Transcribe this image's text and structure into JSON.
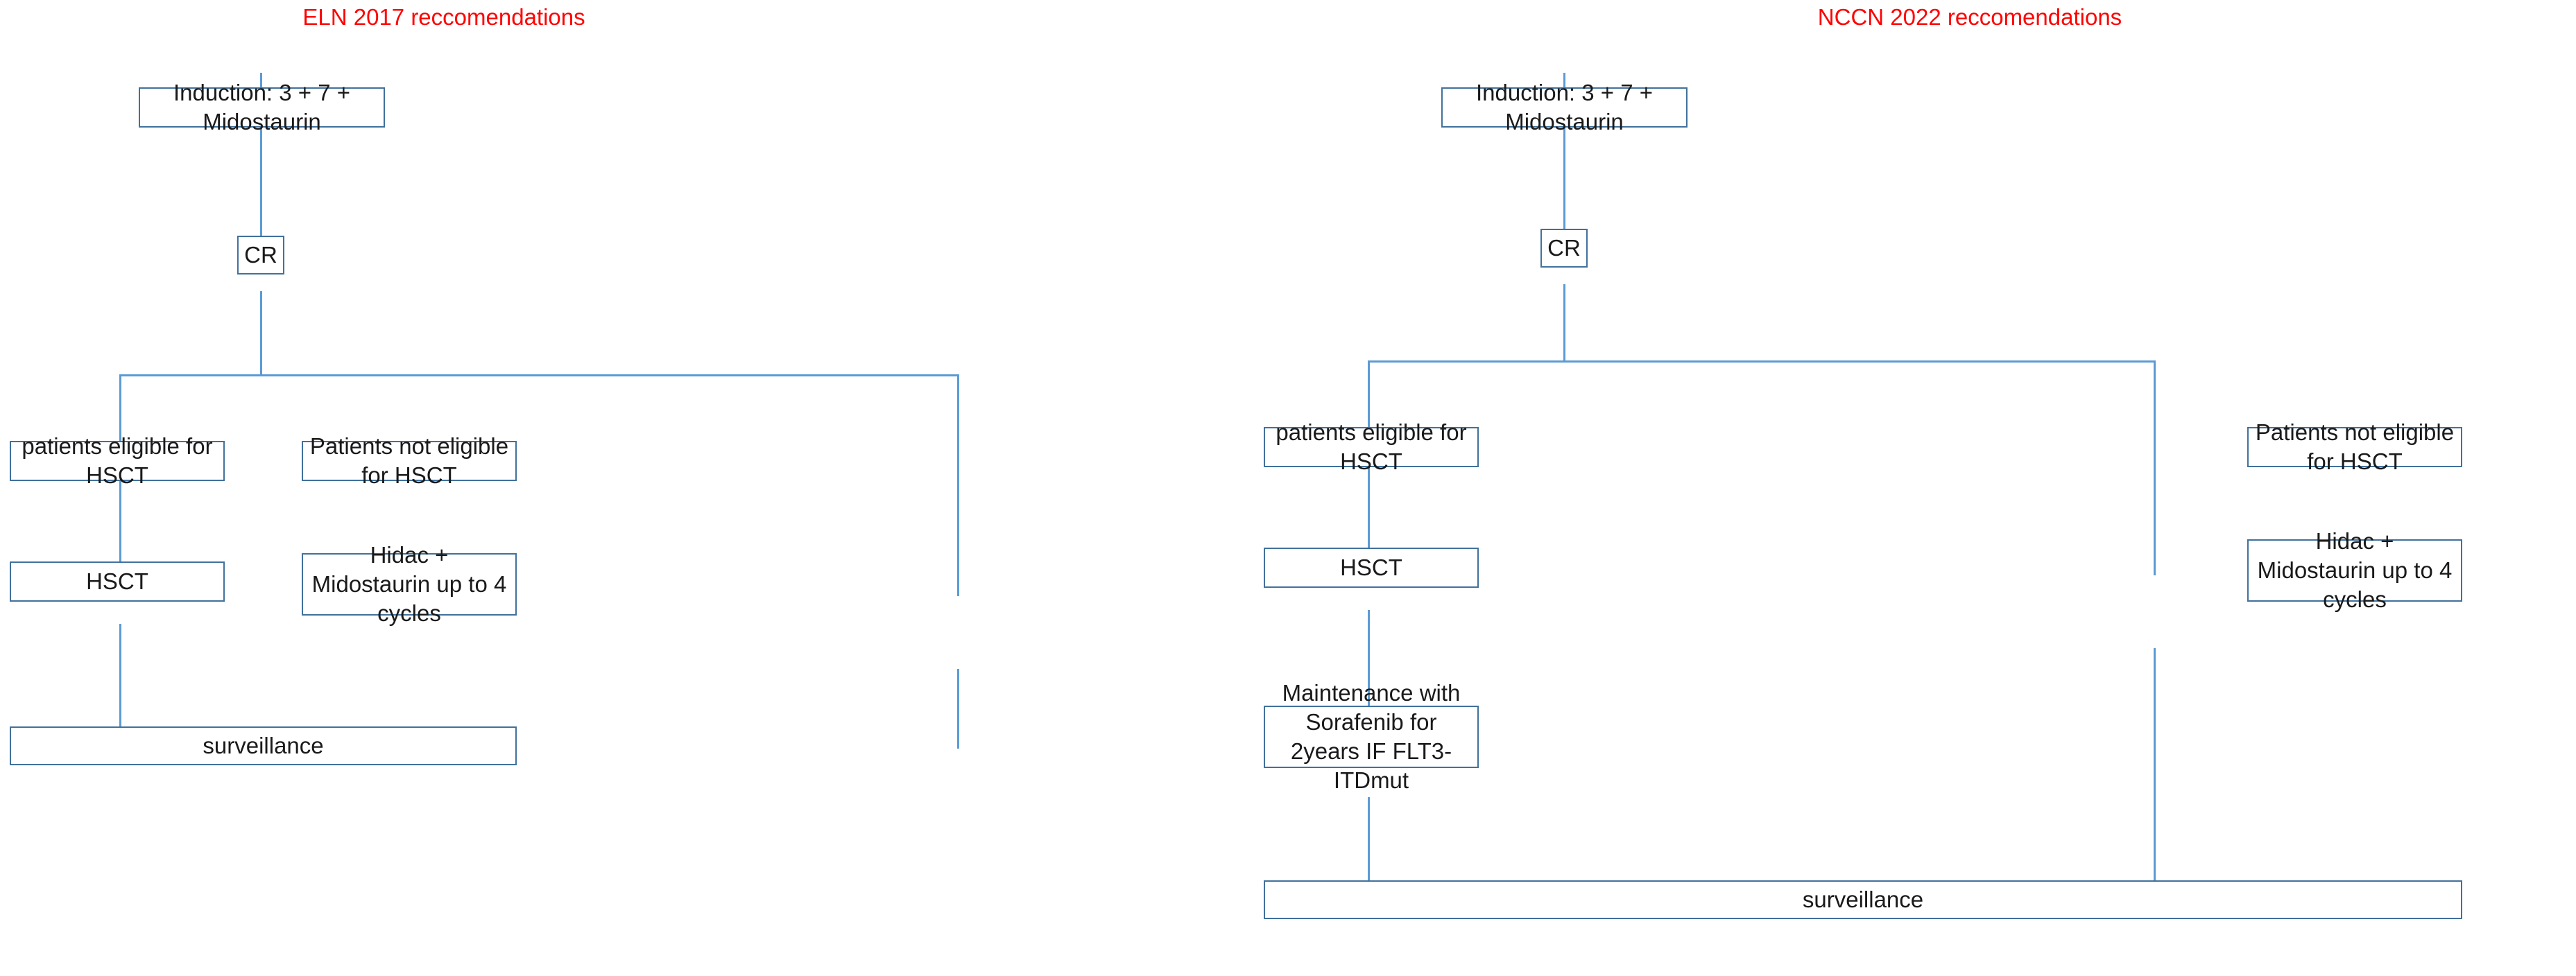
{
  "page": {
    "background_color": "#ffffff",
    "box_border_color": "#41719C",
    "connector_color": "#5B9BD5",
    "title_color": "#FF0000",
    "text_color": "#1a1a1a"
  },
  "charts": [
    {
      "id": "eln-2017",
      "title": "ELN 2017 reccomendations",
      "nodes": {
        "induction": "Induction: 3 + 7 + Midostaurin",
        "cr": "CR",
        "eligible": "patients eligible for HSCT",
        "not_eligible": "Patients not eligible for HSCT",
        "hsct": "HSCT",
        "hidac_line1": "Hidac + Midostaurin  up to 4",
        "hidac_line2": "cycles",
        "surveillance": "surveillance"
      }
    },
    {
      "id": "nccn-2022",
      "title": "NCCN 2022 reccomendations",
      "nodes": {
        "induction": "Induction: 3 + 7 + Midostaurin",
        "cr": "CR",
        "eligible": "patients eligible for HSCT",
        "not_eligible": "Patients not eligible for HSCT",
        "hsct": "HSCT",
        "maintenance_line1": "Maintenance with Sorafenib for",
        "maintenance_line2": "2years IF FLT3-ITDmut",
        "hidac_line1": "Hidac + Midostaurin  up to 4",
        "hidac_line2": "cycles",
        "surveillance": "surveillance"
      }
    }
  ],
  "chart_data": {
    "type": "diagram",
    "title": "AML FLT3-mutated treatment algorithms: ELN 2017 vs NCCN 2022",
    "flowcharts": [
      {
        "name": "ELN 2017 reccomendations",
        "nodes": [
          {
            "id": "induction",
            "label": "Induction: 3 + 7 + Midostaurin"
          },
          {
            "id": "cr",
            "label": "CR"
          },
          {
            "id": "eligible",
            "label": "patients eligible for HSCT"
          },
          {
            "id": "not_eligible",
            "label": "Patients not eligible for HSCT"
          },
          {
            "id": "hsct",
            "label": "HSCT"
          },
          {
            "id": "hidac",
            "label": "Hidac + Midostaurin  up to 4 cycles"
          },
          {
            "id": "surveillance",
            "label": "surveillance"
          }
        ],
        "edges": [
          {
            "from": "induction",
            "to": "cr"
          },
          {
            "from": "cr",
            "to": "eligible"
          },
          {
            "from": "cr",
            "to": "not_eligible"
          },
          {
            "from": "eligible",
            "to": "hsct"
          },
          {
            "from": "not_eligible",
            "to": "hidac"
          },
          {
            "from": "hsct",
            "to": "surveillance"
          },
          {
            "from": "hidac",
            "to": "surveillance"
          }
        ]
      },
      {
        "name": "NCCN 2022 reccomendations",
        "nodes": [
          {
            "id": "induction",
            "label": "Induction: 3 + 7 + Midostaurin"
          },
          {
            "id": "cr",
            "label": "CR"
          },
          {
            "id": "eligible",
            "label": "patients eligible for HSCT"
          },
          {
            "id": "not_eligible",
            "label": "Patients not eligible for HSCT"
          },
          {
            "id": "hsct",
            "label": "HSCT"
          },
          {
            "id": "maintenance",
            "label": "Maintenance with Sorafenib for 2years IF FLT3-ITDmut"
          },
          {
            "id": "hidac",
            "label": "Hidac + Midostaurin  up to 4 cycles"
          },
          {
            "id": "surveillance",
            "label": "surveillance"
          }
        ],
        "edges": [
          {
            "from": "induction",
            "to": "cr"
          },
          {
            "from": "cr",
            "to": "eligible"
          },
          {
            "from": "cr",
            "to": "not_eligible"
          },
          {
            "from": "eligible",
            "to": "hsct"
          },
          {
            "from": "hsct",
            "to": "maintenance"
          },
          {
            "from": "not_eligible",
            "to": "hidac"
          },
          {
            "from": "maintenance",
            "to": "surveillance"
          },
          {
            "from": "hidac",
            "to": "surveillance"
          }
        ]
      }
    ]
  }
}
